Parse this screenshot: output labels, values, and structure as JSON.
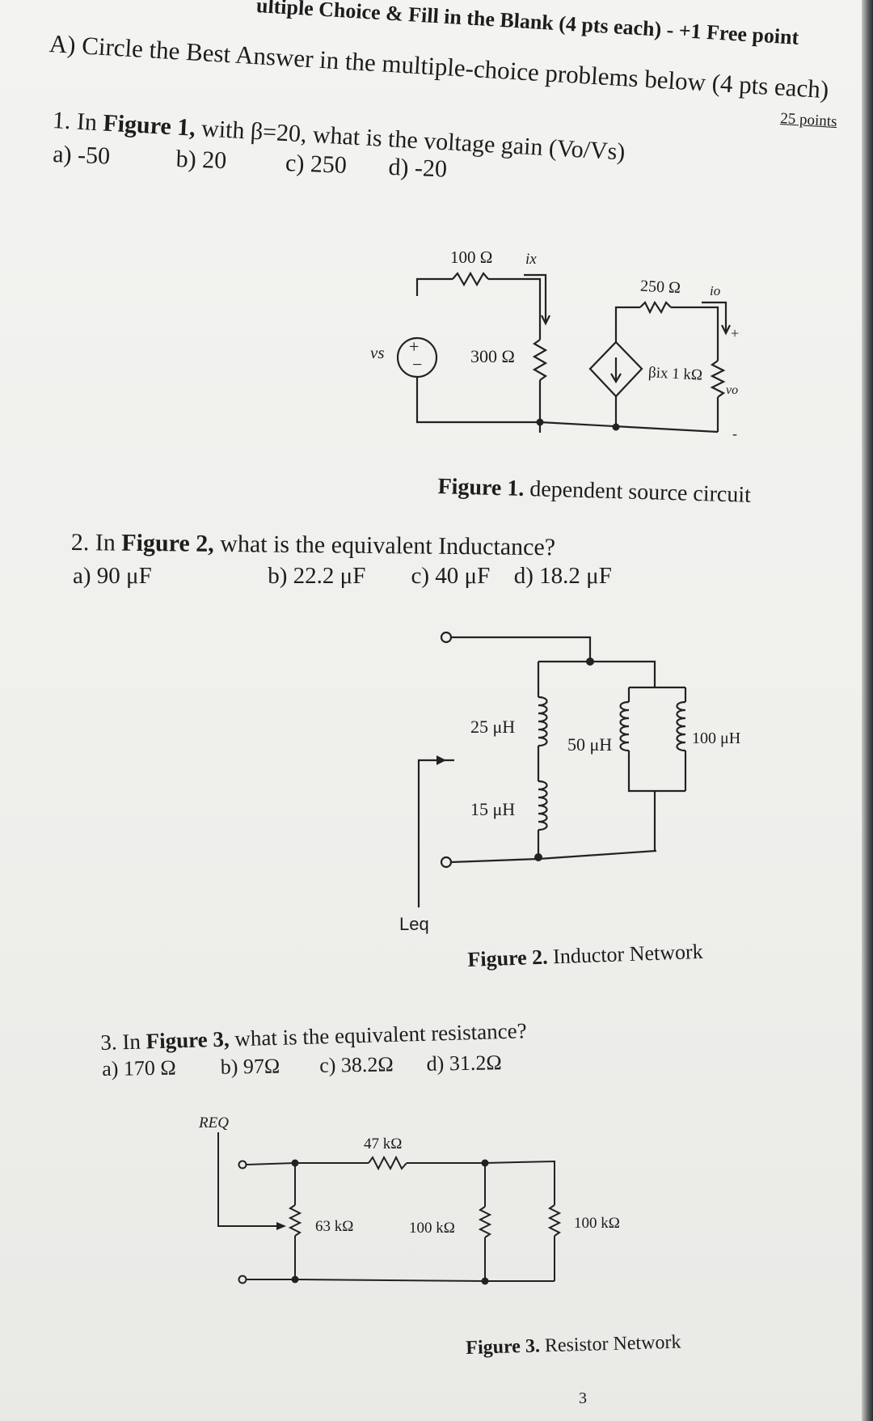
{
  "header": {
    "section_title": "ultiple Choice & Fill in the Blank (4 pts each) - +1 Free point",
    "points": "25 points"
  },
  "section_a": {
    "instruction": "A) Circle the Best Answer in the multiple-choice problems below (4 pts each)"
  },
  "questions": [
    {
      "number": "1.",
      "prefix": "In",
      "figure_ref": "Figure 1,",
      "text": "with β=20, what is the voltage gain (Vo/Vs)",
      "options": [
        "a) -50",
        "b) 20",
        "c) 250",
        "d) -20"
      ]
    },
    {
      "number": "2.",
      "prefix": "In",
      "figure_ref": "Figure 2,",
      "text": "what is the equivalent Inductance?",
      "options": [
        "a) 90 μF",
        "b) 22.2 μF",
        "c) 40 μF",
        "d) 18.2 μF"
      ]
    },
    {
      "number": "3.",
      "prefix": "In",
      "figure_ref": "Figure 3,",
      "text": "what is the equivalent resistance?",
      "options": [
        "a) 170 Ω",
        "b) 97Ω",
        "c) 38.2Ω",
        "d) 31.2Ω"
      ]
    }
  ],
  "figure1": {
    "caption_bold": "Figure 1.",
    "caption_rest": "dependent source circuit",
    "labels": {
      "r100": "100 Ω",
      "ix": "ix",
      "vs": "vs",
      "r300": "300 Ω",
      "r250": "250 Ω",
      "io": "io",
      "bix_1k": "βix  1 kΩ",
      "vo": "vo",
      "plus": "+",
      "minus": "-"
    }
  },
  "figure2": {
    "caption_bold": "Figure 2.",
    "caption_rest": "Inductor Network",
    "labels": {
      "l25": "25 μH",
      "l15": "15 μH",
      "l50": "50 μH",
      "l100": "100 μH",
      "leq": "Leq"
    }
  },
  "figure3": {
    "caption_bold": "Figure 3.",
    "caption_rest": "Resistor Network",
    "labels": {
      "req": "REQ",
      "r47": "47 kΩ",
      "r63": "63 kΩ",
      "r100a": "100 kΩ",
      "r100b": "100 kΩ"
    }
  },
  "page_number": "3"
}
